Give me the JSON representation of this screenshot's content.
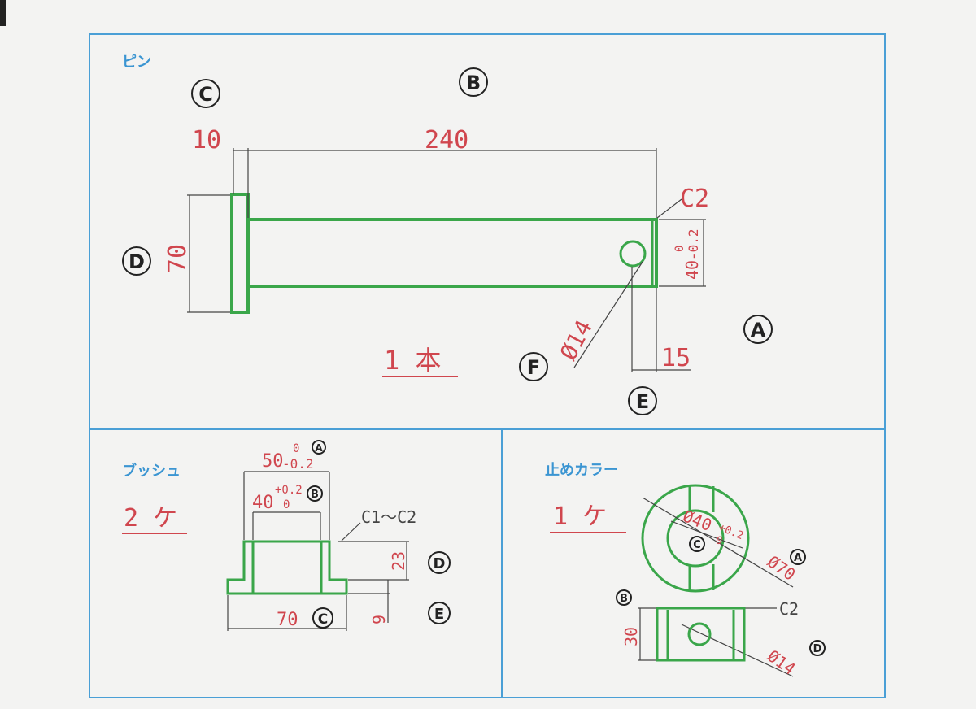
{
  "pin": {
    "title": "ピン",
    "quantity": "1 本",
    "dims": {
      "head": "10",
      "length": "240",
      "head_dia": "70",
      "shaft_dia": "40",
      "shaft_tol_upper": "0",
      "shaft_tol_lower": "-0.2",
      "chamfer": "C2",
      "hole": "Ø14",
      "hole_pos": "15"
    },
    "markers": {
      "a": "A",
      "b": "B",
      "c": "C",
      "d": "D",
      "e": "E",
      "f": "F"
    }
  },
  "bush": {
    "title": "ブッシュ",
    "quantity": "2 ケ",
    "dims": {
      "outer": "50",
      "outer_tol_upper": "0",
      "outer_tol_lower": "-0.2",
      "inner": "40",
      "inner_tol_upper": "+0.2",
      "inner_tol_lower": "0",
      "chamfer": "C1～C2",
      "height": "23",
      "flange_thk": "9",
      "flange_dia": "70"
    },
    "markers": {
      "a": "A",
      "b": "B",
      "c": "C",
      "d": "D",
      "e": "E"
    }
  },
  "collar": {
    "title": "止めカラー",
    "quantity": "1 ケ",
    "dims": {
      "inner": "Ø40",
      "inner_tol_upper": "+0.2",
      "inner_tol_lower": "0",
      "outer": "Ø70",
      "chamfer": "C2",
      "width": "30",
      "hole": "Ø14"
    },
    "markers": {
      "a": "A",
      "b": "B",
      "c": "C",
      "d": "D"
    }
  },
  "colors": {
    "frame": "#4a9fd6",
    "part": "#3aa64a",
    "dimension_text": "#d0464e",
    "title": "#3b95d2"
  }
}
